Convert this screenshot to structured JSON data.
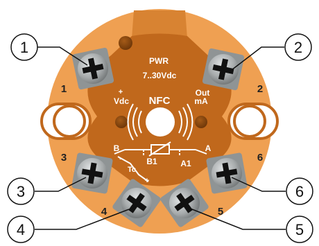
{
  "device": {
    "power_label": "PWR",
    "voltage_label": "7..30Vdc",
    "plus_symbol": "+",
    "vdc_label": "Vdc",
    "out_label": "Out",
    "ma_label": "mA",
    "nfc_label": "NFC",
    "b_label": "B",
    "a_label": "A",
    "b1_label": "B1",
    "a1_label": "A1",
    "tc_label": "Tc",
    "tc_minus": "-",
    "tc_plus": "+"
  },
  "terminals": [
    {
      "number": "1",
      "callout": "1"
    },
    {
      "number": "2",
      "callout": "2"
    },
    {
      "number": "3",
      "callout": "3"
    },
    {
      "number": "4",
      "callout": "4"
    },
    {
      "number": "5",
      "callout": "5"
    },
    {
      "number": "6",
      "callout": "6"
    }
  ],
  "colors": {
    "body_orange": "#EFA052",
    "center_brown": "#C0681C",
    "screw_gray": "#A3A7A8",
    "mount_hole_brown": "#8A4912"
  }
}
